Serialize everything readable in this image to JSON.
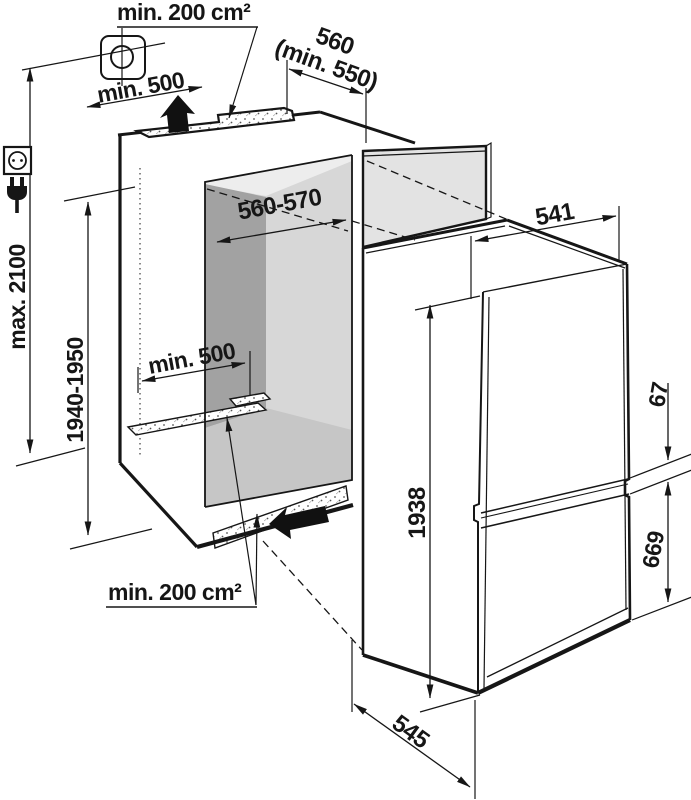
{
  "diagram": {
    "figure_type": "built-in appliance installation dimension drawing",
    "views": [
      "furniture niche (isometric)",
      "appliance with furniture door panel (isometric)"
    ]
  },
  "labels": {
    "top_vent_area": "min. 200 cm²",
    "top_clearance": "min. 500",
    "niche_depth": "560",
    "niche_depth_min": "(min. 550)",
    "niche_width": "560-570",
    "appliance_width": "541",
    "socket_height_max": "max. 2100",
    "niche_height": "1940-1950",
    "floor_depth_min": "min. 500",
    "door_gap": "67",
    "appliance_height": "1938",
    "lower_door_height": "669",
    "bottom_vent_area": "min. 200 cm²",
    "appliance_depth": "545"
  },
  "icons": {
    "fixing_point": "fixing-point-icon",
    "power_socket": "power-socket-icon",
    "power_plug": "power-plug-icon",
    "airflow_out_top": "airflow-up-arrow-icon",
    "airflow_in_bottom": "airflow-left-arrow-icon"
  },
  "colors": {
    "line": "#161616",
    "interior_side_wall": "#a2a2a2",
    "interior_back_wall": "#d7d7d7",
    "interior_ceiling": "#ededed",
    "interior_floor": "#c6c6c6",
    "furniture_panel": "#e3e3e3",
    "background": "#ffffff"
  }
}
